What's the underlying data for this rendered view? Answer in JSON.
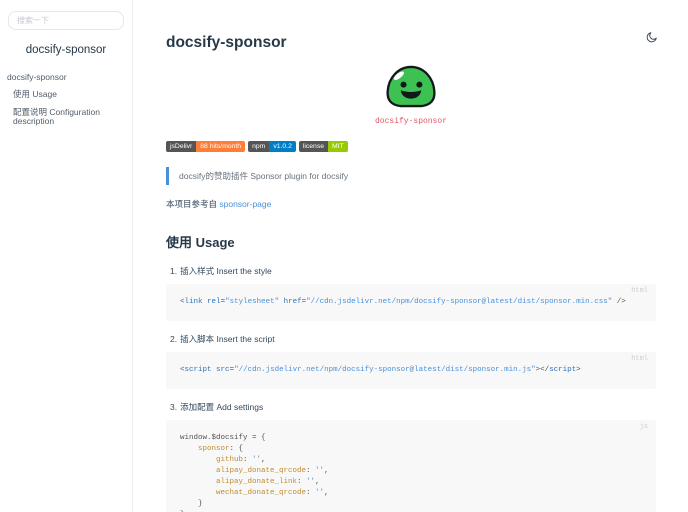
{
  "theme": {
    "accent_color": "#4a90d9",
    "heading_color": "#273849",
    "code_background": "#f8f8f8"
  },
  "sidebar": {
    "search_placeholder": "搜索一下",
    "app_name": "docsify-sponsor",
    "nav": [
      {
        "label": "docsify-sponsor"
      },
      {
        "label": "使用 Usage"
      },
      {
        "label": "配置说明 Configuration description"
      }
    ]
  },
  "header": {
    "dark_mode_icon": "moon"
  },
  "content": {
    "title": "docsify-sponsor",
    "logo": {
      "caption": "docsify-sponsor",
      "blob_color": "#3ec153",
      "caption_color": "#e25563"
    },
    "badges": [
      {
        "label": "jsDelivr",
        "value": "88 hits/month",
        "label_bg": "#555555",
        "value_bg": "#fe7d37"
      },
      {
        "label": "npm",
        "value": "v1.0.2",
        "label_bg": "#555555",
        "value_bg": "#007ec6"
      },
      {
        "label": "license",
        "value": "MIT",
        "label_bg": "#555555",
        "value_bg": "#97ca00"
      }
    ],
    "blockquote": "docsify的赞助插件 Sponsor plugin for docsify",
    "reference": {
      "prefix": "本项目参考自 ",
      "link_text": "sponsor-page"
    },
    "usage": {
      "heading": "使用 Usage",
      "steps": [
        {
          "num": "1.",
          "label": "插入样式 Insert the style",
          "lang": "html"
        },
        {
          "num": "2.",
          "label": "插入脚本 Insert the script",
          "lang": "html"
        },
        {
          "num": "3.",
          "label": "添加配置 Add settings",
          "lang": "js"
        }
      ]
    },
    "code_blocks": {
      "style_snippet": [
        [
          [
            "pun",
            "<"
          ],
          [
            "tag",
            "link"
          ],
          [
            "pln",
            " "
          ],
          [
            "atn",
            "rel"
          ],
          [
            "pun",
            "="
          ],
          [
            "str",
            "\"stylesheet\""
          ],
          [
            "pln",
            " "
          ],
          [
            "atn",
            "href"
          ],
          [
            "pun",
            "="
          ],
          [
            "str",
            "\"//cdn.jsdelivr.net/npm/docsify-sponsor@latest/dist/sponsor.min.css\""
          ],
          [
            "pun",
            " />"
          ]
        ]
      ],
      "script_snippet": [
        [
          [
            "pun",
            "<"
          ],
          [
            "tag",
            "script"
          ],
          [
            "pln",
            " "
          ],
          [
            "atn",
            "src"
          ],
          [
            "pun",
            "="
          ],
          [
            "str",
            "\"//cdn.jsdelivr.net/npm/docsify-sponsor@latest/dist/sponsor.min.js\""
          ],
          [
            "pun",
            "></"
          ],
          [
            "tag",
            "script"
          ],
          [
            "pun",
            ">"
          ]
        ]
      ],
      "settings_snippet": [
        [
          [
            "pln",
            "window.$docsify "
          ],
          [
            "pun",
            "= {"
          ]
        ],
        [
          [
            "pln",
            "    "
          ],
          [
            "prop",
            "sponsor"
          ],
          [
            "pun",
            ": {"
          ]
        ],
        [
          [
            "pln",
            "        "
          ],
          [
            "prop",
            "github"
          ],
          [
            "pun",
            ": "
          ],
          [
            "str",
            "''"
          ],
          [
            "pun",
            ","
          ]
        ],
        [
          [
            "pln",
            "        "
          ],
          [
            "prop",
            "alipay_donate_qrcode"
          ],
          [
            "pun",
            ": "
          ],
          [
            "str",
            "''"
          ],
          [
            "pun",
            ","
          ]
        ],
        [
          [
            "pln",
            "        "
          ],
          [
            "prop",
            "alipay_donate_link"
          ],
          [
            "pun",
            ": "
          ],
          [
            "str",
            "''"
          ],
          [
            "pun",
            ","
          ]
        ],
        [
          [
            "pln",
            "        "
          ],
          [
            "prop",
            "wechat_donate_qrcode"
          ],
          [
            "pun",
            ": "
          ],
          [
            "str",
            "''"
          ],
          [
            "pun",
            ","
          ]
        ],
        [
          [
            "pln",
            "    }"
          ]
        ],
        [
          [
            "pln",
            "}"
          ]
        ]
      ]
    }
  }
}
